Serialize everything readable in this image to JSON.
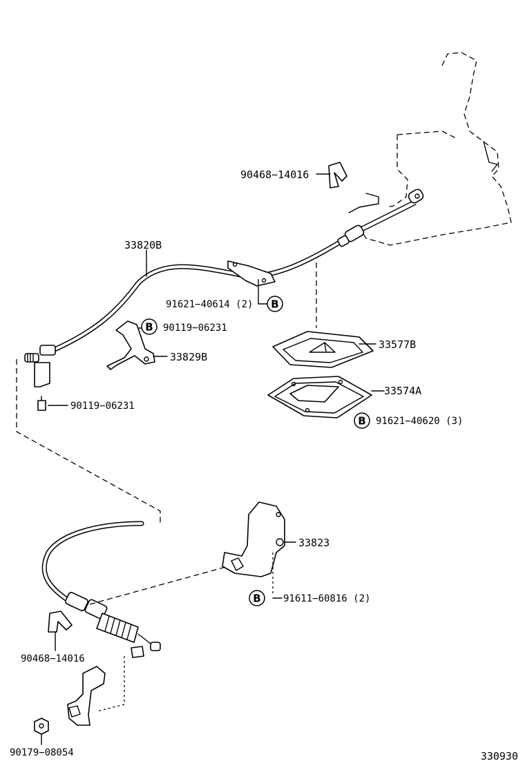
{
  "diagram": {
    "figure_code": "330930",
    "part_labels": [
      {
        "id": "p90468a",
        "text": "90468−14016"
      },
      {
        "id": "p33820b",
        "text": "33820B"
      },
      {
        "id": "p91621a",
        "text": "91621−40614 (2)"
      },
      {
        "id": "p90119a",
        "text": "90119−06231"
      },
      {
        "id": "p33829b",
        "text": "33829B"
      },
      {
        "id": "p90119b",
        "text": "90119−06231"
      },
      {
        "id": "p33577b",
        "text": "33577B"
      },
      {
        "id": "p33574a",
        "text": "33574A"
      },
      {
        "id": "p91621b",
        "text": "91621−40620 (3)"
      },
      {
        "id": "p33823",
        "text": "33823"
      },
      {
        "id": "p91611",
        "text": "91611−60816 (2)"
      },
      {
        "id": "p90468b",
        "text": "90468−14016"
      },
      {
        "id": "p90179",
        "text": "90179−08054"
      }
    ],
    "badge_letter": "B"
  }
}
